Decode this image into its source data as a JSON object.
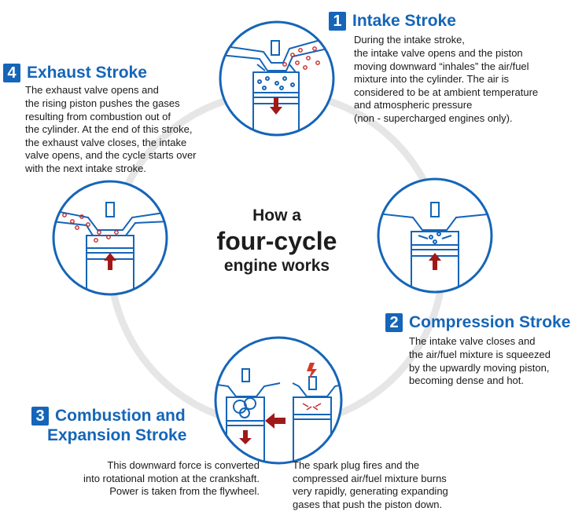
{
  "center": {
    "line1": "How a",
    "line2": "four-cycle",
    "line3": "engine works"
  },
  "steps": [
    {
      "number": "1",
      "title": "Intake Stroke",
      "lines": [
        "During the intake stroke,",
        "the intake valve opens and the piston",
        "moving downward “inhales” the air/fuel",
        "mixture into the cylinder. The air is",
        "considered to be at ambient temperature",
        "and atmospheric pressure",
        "(non - supercharged engines only)."
      ]
    },
    {
      "number": "2",
      "title": "Compression Stroke",
      "lines": [
        "The intake valve closes and",
        "the air/fuel mixture is squeezed",
        "by the upwardly moving piston,",
        "becoming dense and hot."
      ]
    },
    {
      "number": "3",
      "title_line1": "Combustion and",
      "title_line2": "Expansion Stroke",
      "lines_left": [
        "This downward force is converted",
        "into rotational motion at the crankshaft.",
        "Power is taken from the flywheel."
      ],
      "lines_right": [
        "The spark plug fires and the",
        "compressed air/fuel mixture burns",
        "very rapidly, generating expanding",
        "gases that push the piston down."
      ]
    },
    {
      "number": "4",
      "title": "Exhaust Stroke",
      "lines": [
        "The exhaust valve opens and",
        "the rising piston pushes the gases",
        "resulting from combustion out of",
        "the cylinder. At the end of this stroke,",
        "the exhaust valve closes, the intake",
        "valve opens, and the cycle starts over",
        "with the next intake stroke."
      ]
    }
  ],
  "colors": {
    "accent": "#1565b8",
    "arrow": "#a01919",
    "ring": "#e4e4e4"
  },
  "icons": [
    "cylinder-icon",
    "down-arrow-icon",
    "up-arrow-icon",
    "left-arrow-icon",
    "spark-icon"
  ]
}
